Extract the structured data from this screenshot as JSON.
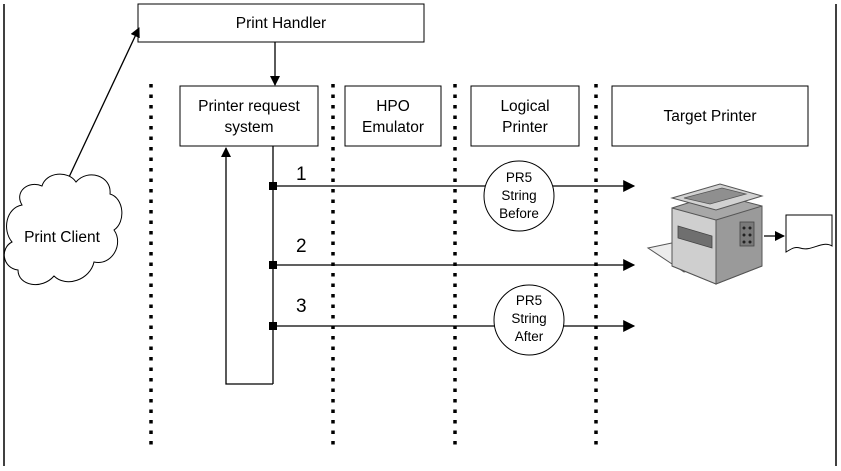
{
  "diagram": {
    "print_handler": "Print Handler",
    "print_client": "Print Client",
    "columns": {
      "printer_request_system": [
        "Printer request",
        "system"
      ],
      "hpo_emulator": [
        "HPO",
        "Emulator"
      ],
      "logical_printer": [
        "Logical",
        "Printer"
      ],
      "target_printer": "Target Printer"
    },
    "paths": [
      {
        "number": "1",
        "circle_text": [
          "PR5",
          "String",
          "Before"
        ]
      },
      {
        "number": "2"
      },
      {
        "number": "3",
        "circle_text": [
          "PR5",
          "String",
          "After"
        ]
      }
    ],
    "icons": [
      "printer-icon",
      "paper-output-icon",
      "cloud-icon"
    ]
  }
}
